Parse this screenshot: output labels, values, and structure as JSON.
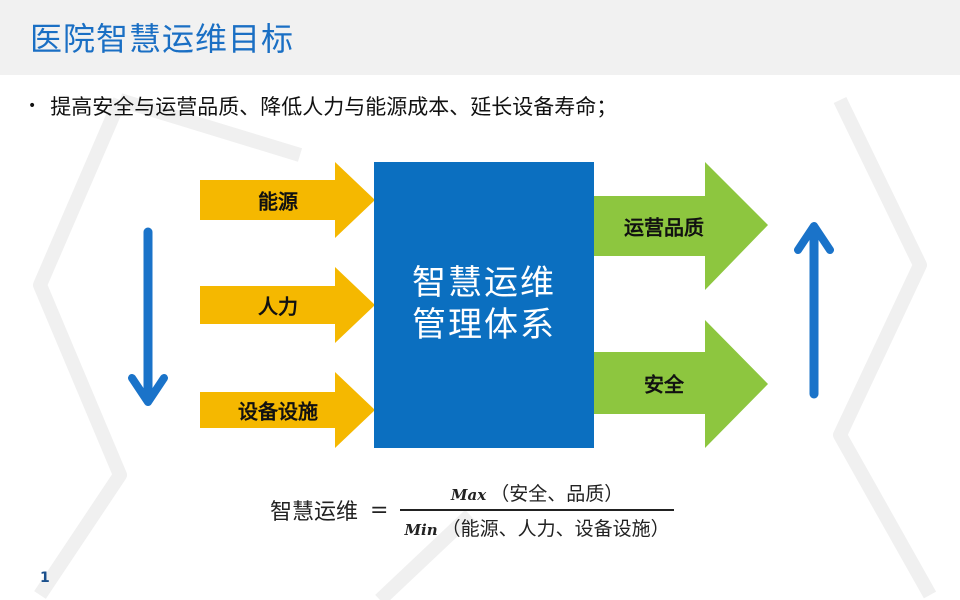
{
  "slide": {
    "title": "医院智慧运维目标",
    "bullet": "提高安全与运营品质、降低人力与能源成本、延长设备寿命；",
    "page_number": "1"
  },
  "diagram": {
    "inputs": [
      "能源",
      "人力",
      "设备设施"
    ],
    "center_lines": [
      "智慧运维",
      "管理体系"
    ],
    "outputs": [
      "运营品质",
      "安全"
    ],
    "colors": {
      "input_arrow": "#f5b800",
      "center_box": "#0b6fc0",
      "output_arrow": "#8dc63f",
      "side_arrow": "#1a73c9"
    }
  },
  "formula": {
    "lhs": "智慧运维",
    "eq": "=",
    "numerator_var": "Max",
    "numerator_text": "（安全、品质）",
    "denominator_var": "Min",
    "denominator_text": "（能源、人力、设备设施）"
  }
}
